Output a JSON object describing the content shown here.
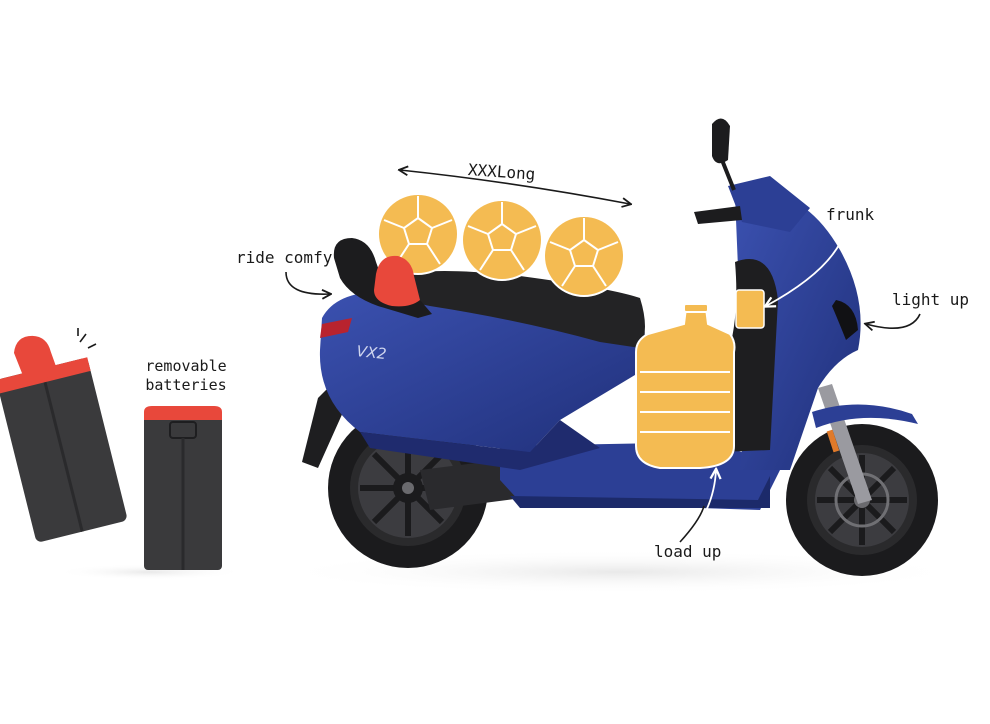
{
  "labels": {
    "xxxlong": "XXXLong",
    "ride_comfy": "ride comfy",
    "frunk": "frunk",
    "light_up": "light up",
    "load_up": "load up",
    "removable_batteries_line1": "removable",
    "removable_batteries_line2": "batteries"
  },
  "branding": {
    "model_badge": "VX2"
  },
  "colors": {
    "scooter_body": "#2c3f95",
    "scooter_dark": "#1f1f22",
    "seat": "#232325",
    "illustration_fill": "#f4bb52",
    "illustration_stroke": "#ffffff",
    "battery_body": "#3a3a3c",
    "battery_handle": "#e8483b",
    "glove": "#e8483b",
    "annotation_ink": "#1a1a1a"
  },
  "icons": {
    "balls": "football-icon",
    "water_jug": "water-jug-icon",
    "glove": "glove-icon",
    "battery": "battery-pack-icon"
  }
}
